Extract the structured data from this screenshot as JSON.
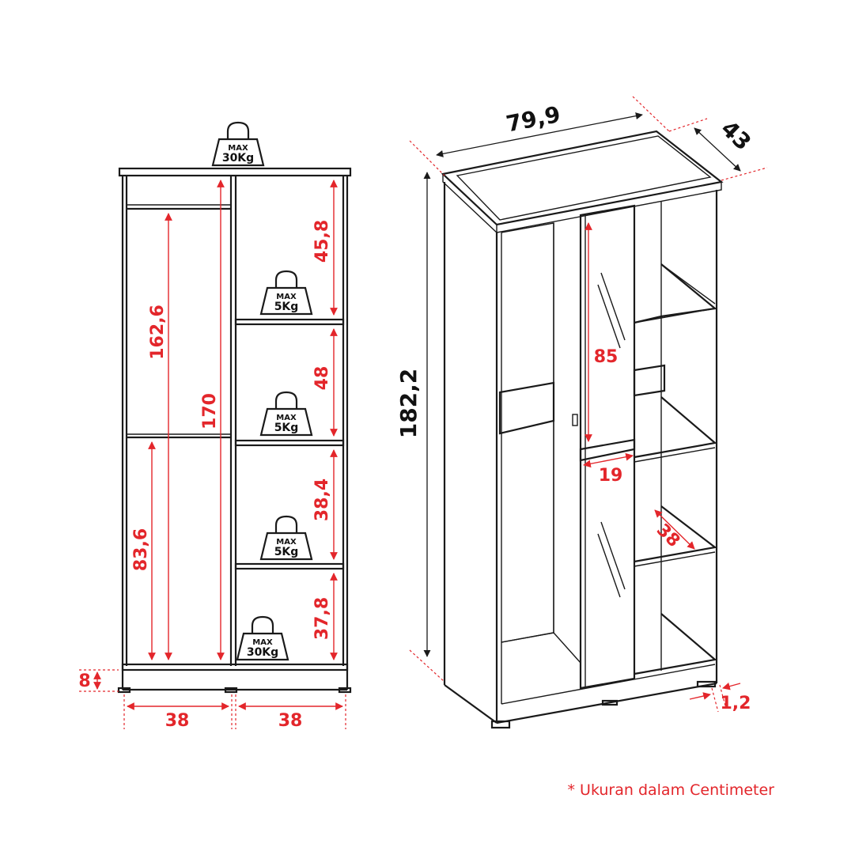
{
  "front_view": {
    "hanging_height_top": "162,6",
    "total_inner_height": "170",
    "hanging_height_bottom": "83,6",
    "shelf_heights": [
      "45,8",
      "48",
      "38,4",
      "37,8"
    ],
    "plinth_height": "8",
    "left_width": "38",
    "right_width": "38",
    "weights": [
      {
        "max": "MAX",
        "load": "30Kg"
      },
      {
        "max": "MAX",
        "load": "5Kg"
      },
      {
        "max": "MAX",
        "load": "5Kg"
      },
      {
        "max": "MAX",
        "load": "5Kg"
      },
      {
        "max": "MAX",
        "load": "30Kg"
      }
    ]
  },
  "perspective_view": {
    "width": "79,9",
    "depth": "43",
    "height": "182,2",
    "mirror_height": "85",
    "mirror_width": "19",
    "shelf_depth": "38",
    "foot_height": "1,2"
  },
  "note": "* Ukuran dalam Centimeter",
  "colors": {
    "dimension": "#e3262b",
    "outline": "#1a1a1a"
  }
}
